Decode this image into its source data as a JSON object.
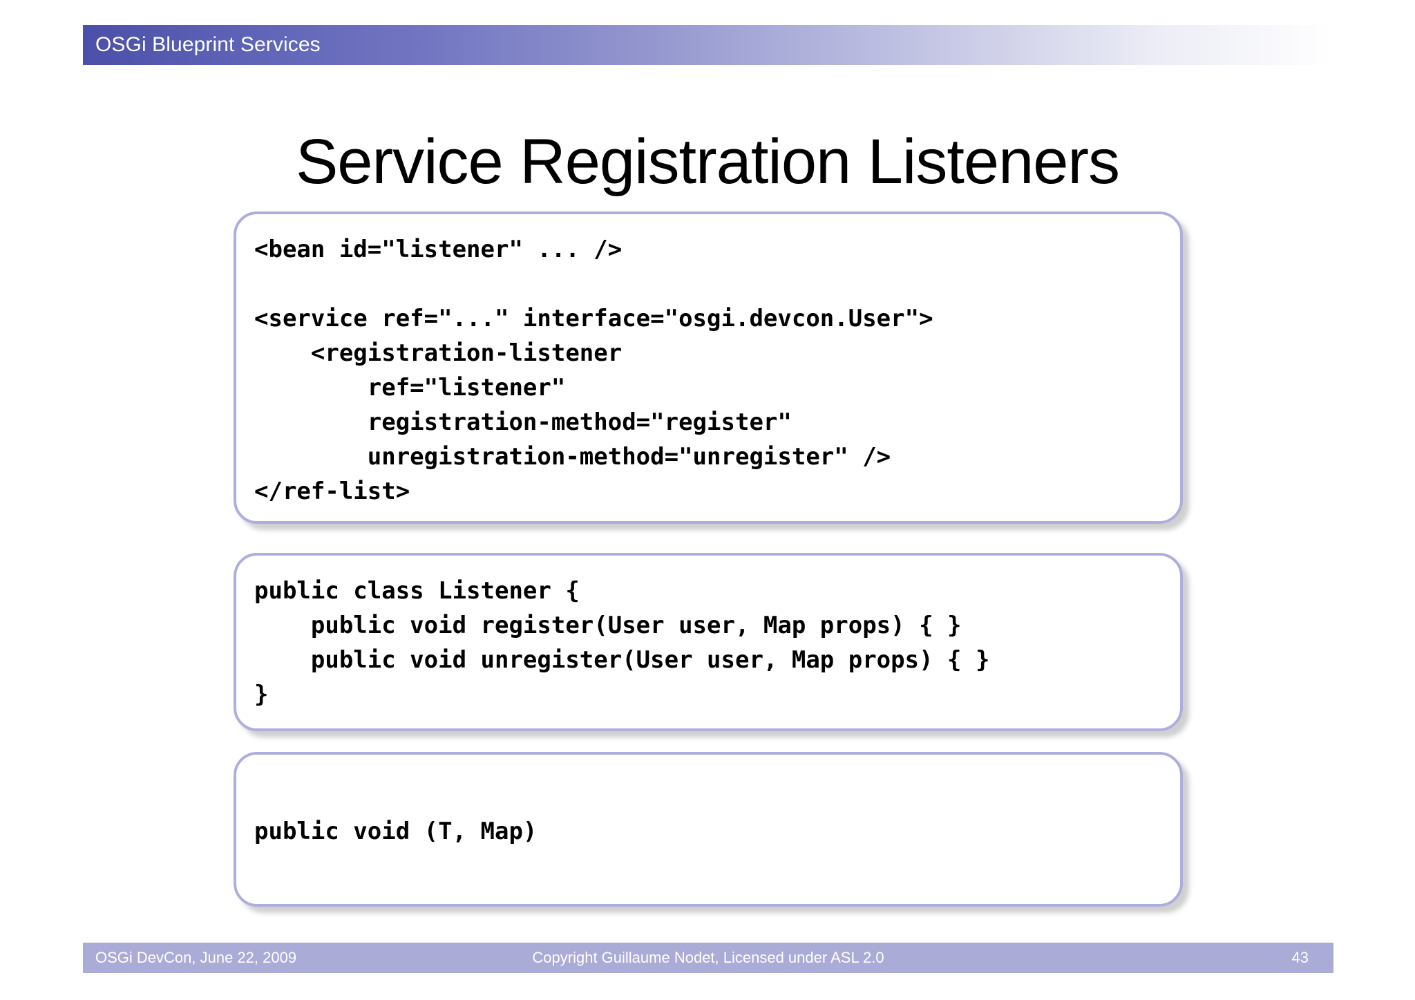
{
  "header": {
    "label": "OSGi Blueprint Services",
    "accent_color": "#4b4fa8"
  },
  "title": "Service Registration Listeners",
  "code_boxes": [
    {
      "name": "blueprint-xml-snippet",
      "lines": [
        "<bean id=\"listener\" ... />",
        "",
        "<service ref=\"...\" interface=\"osgi.devcon.User\">",
        "    <registration-listener",
        "        ref=\"listener\"",
        "        registration-method=\"register\"",
        "        unregistration-method=\"unregister\" />",
        "</ref-list>"
      ]
    },
    {
      "name": "java-class-snippet",
      "lines": [
        "public class Listener {",
        "    public void register(User user, Map props) { }",
        "    public void unregister(User user, Map props) { }",
        "}"
      ]
    },
    {
      "name": "method-signature-snippet",
      "lines": [
        "public void (T, Map)"
      ]
    }
  ],
  "footer": {
    "left": "OSGi DevCon, June 22, 2009",
    "center": "Copyright Guillaume Nodet, Licensed under ASL 2.0",
    "page_number": "43",
    "band_color": "#aaabd6"
  }
}
